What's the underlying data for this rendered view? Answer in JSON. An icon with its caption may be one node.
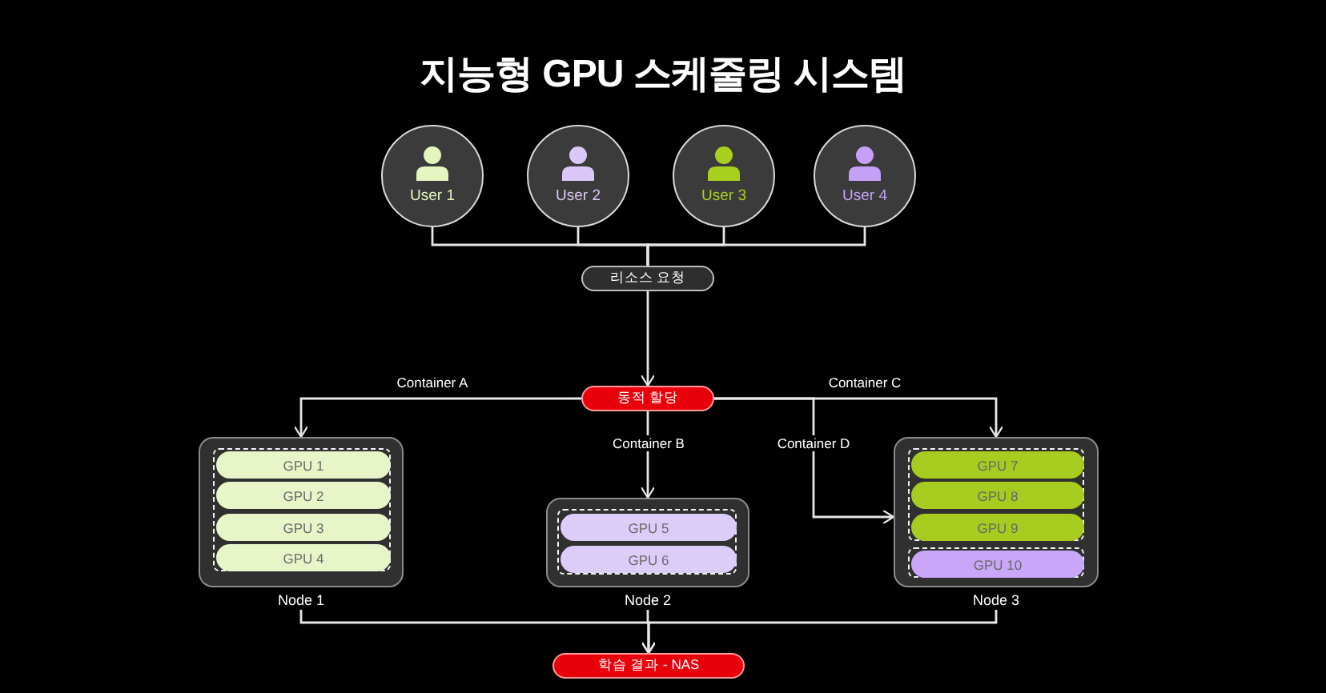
{
  "diagram": {
    "title": "지능형 GPU 스케줄링 시스템",
    "nodes": [
      {
        "text": [
          "User 1"
        ]
      },
      {
        "text": [
          "User 2"
        ]
      },
      {
        "text": [
          "User 3"
        ]
      },
      {
        "text": [
          "User 4"
        ]
      },
      {
        "text": [
          "리소스 요청"
        ]
      },
      {
        "text": [
          "동적 할당"
        ]
      },
      {
        "text": [
          "Node 1"
        ]
      },
      {
        "text": [],
        "shape": "box",
        "in": 6
      },
      {
        "text": [
          "GPU 1"
        ],
        "in": 7
      },
      {
        "text": [
          "GPU 2"
        ],
        "in": 7
      },
      {
        "text": [
          "GPU 3"
        ],
        "in": 7
      },
      {
        "text": [
          "GPU 4"
        ],
        "in": 7
      },
      {
        "text": [
          "Node 2"
        ]
      },
      {
        "text": [],
        "shape": "box",
        "in": 12
      },
      {
        "text": [
          "GPU 5"
        ],
        "in": 13
      },
      {
        "text": [
          "GPU 6"
        ],
        "in": 13
      },
      {
        "text": [
          "Node 3"
        ]
      },
      {
        "text": [],
        "shape": "box",
        "in": 16
      },
      {
        "text": [
          "GPU 7"
        ],
        "in": 17
      },
      {
        "text": [
          "GPU 8"
        ],
        "in": 17
      },
      {
        "text": [
          "GPU 9"
        ],
        "in": 17
      },
      {
        "text": [],
        "shape": "box",
        "in": 16
      },
      {
        "text": [
          "GPU 10"
        ],
        "in": 21
      },
      {
        "text": [
          "학습 결과 - NAS"
        ]
      }
    ],
    "edges": [
      {
        "from": 0,
        "to": 4,
        "arrow": "none"
      },
      {
        "from": 1,
        "to": 4,
        "arrow": "none"
      },
      {
        "from": 2,
        "to": 4,
        "arrow": "none"
      },
      {
        "from": 3,
        "to": 4,
        "arrow": "none"
      },
      {
        "from": 4,
        "to": 5,
        "arrow": "to"
      },
      {
        "from": 5,
        "to": 6,
        "arrow": "to",
        "label": "Container A"
      },
      {
        "from": 5,
        "to": 12,
        "arrow": "to",
        "label": "Container B"
      },
      {
        "from": 5,
        "to": 16,
        "arrow": "to",
        "label": "Container C"
      },
      {
        "from": 5,
        "to": 16,
        "arrow": "to",
        "label": "Container D"
      },
      {
        "from": 6,
        "to": 23,
        "arrow": "to"
      },
      {
        "from": 12,
        "to": 23,
        "arrow": "to"
      },
      {
        "from": 16,
        "to": 23,
        "arrow": "to"
      }
    ]
  }
}
